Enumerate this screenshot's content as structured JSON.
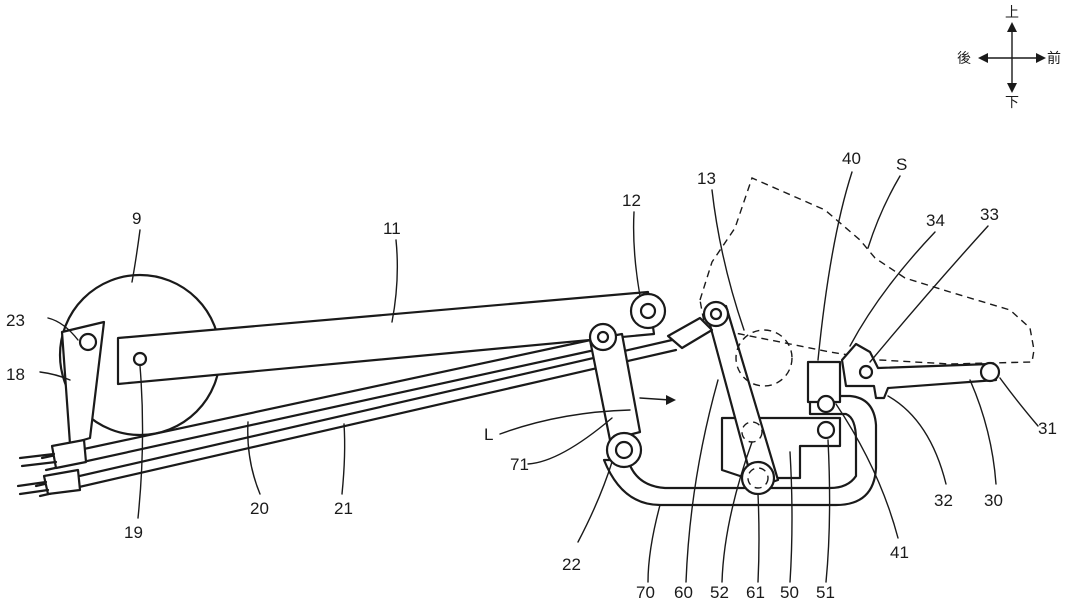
{
  "direction_legend": {
    "up": "上",
    "down": "下",
    "back": "後",
    "front": "前"
  },
  "labels": {
    "l9": "9",
    "l11": "11",
    "l12": "12",
    "l13": "13",
    "l18": "18",
    "l19": "19",
    "l20": "20",
    "l21": "21",
    "l22": "22",
    "l23": "23",
    "l30": "30",
    "l31": "31",
    "l32": "32",
    "l33": "33",
    "l34": "34",
    "l40": "40",
    "l41": "41",
    "lS": "S",
    "lL": "L",
    "l50": "50",
    "l51": "51",
    "l52": "52",
    "l60": "60",
    "l61": "61",
    "l70": "70",
    "l71": "71"
  }
}
